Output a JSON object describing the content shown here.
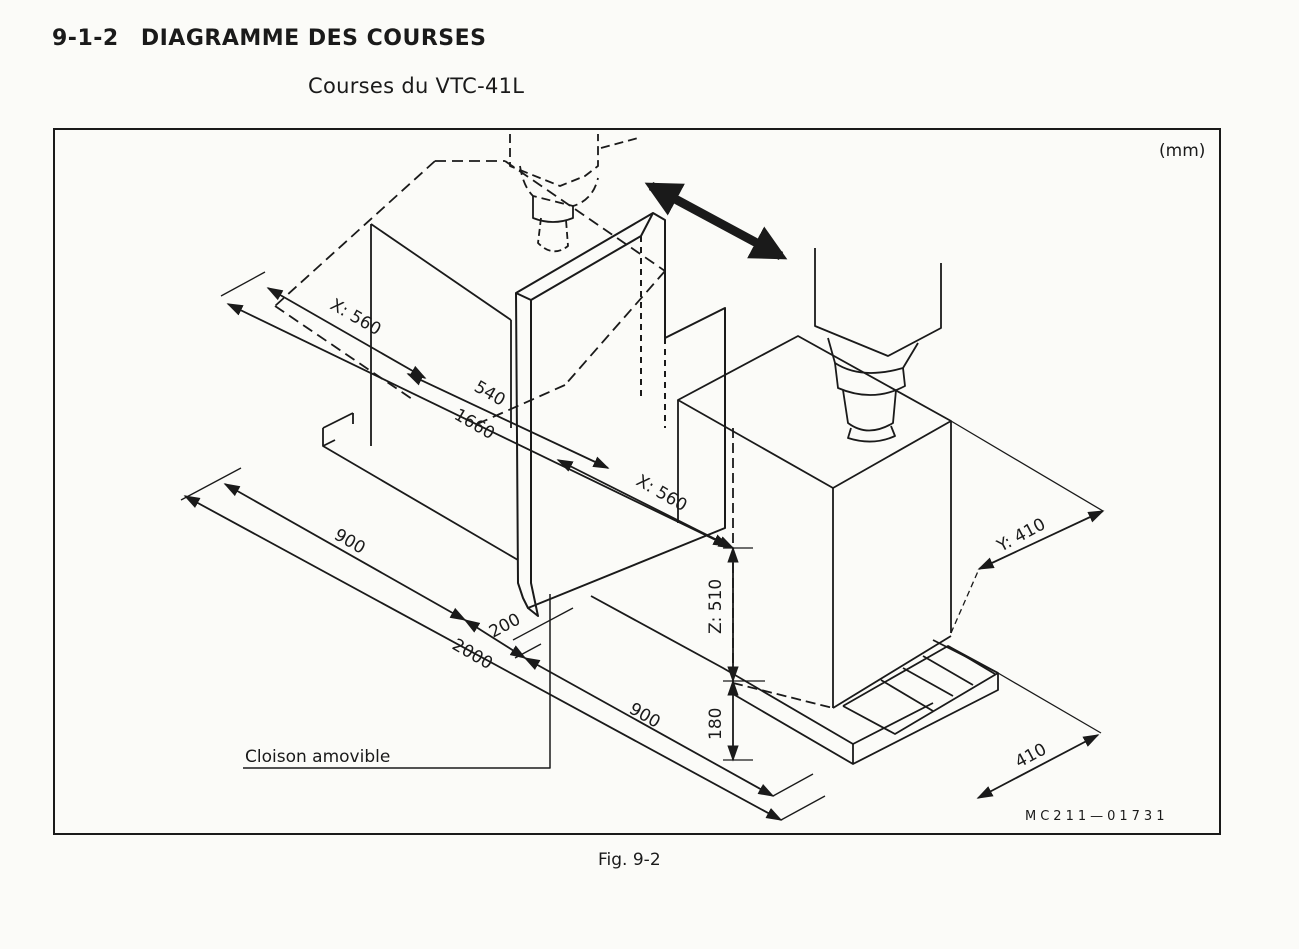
{
  "heading": {
    "number": "9-1-2",
    "title": "DIAGRAMME DES COURSES"
  },
  "subtitle": "Courses du VTC-41L",
  "figure": {
    "unit_label": "(mm)",
    "dimensions": {
      "x_travel_left": "X: 560",
      "x_travel_right": "X: 560",
      "dim_540": "540",
      "dim_1660": "1660",
      "dim_900_left": "900",
      "dim_900_right": "900",
      "dim_200": "200",
      "dim_2000": "2000",
      "y_travel": "Y: 410",
      "z_travel": "Z: 510",
      "dim_180": "180",
      "dim_410": "410"
    },
    "callout": "Cloison amovible",
    "drawing_code": "MC211—01731"
  },
  "caption": "Fig. 9-2"
}
